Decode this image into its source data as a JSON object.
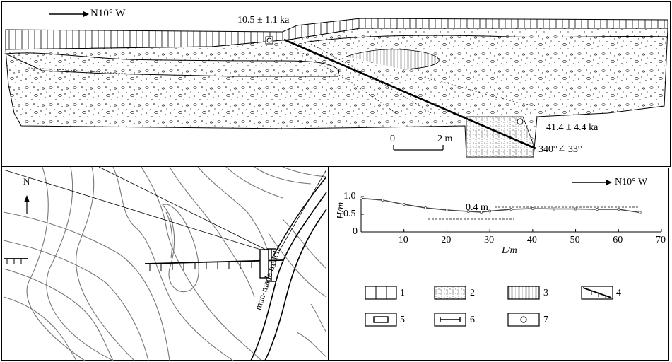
{
  "section": {
    "orientation_label": "N10° W",
    "age_top": "10.5 ± 1.1 ka",
    "age_bottom": "41.4 ± 4.4 ka",
    "fault_attitude": "340°∠ 33°",
    "scale_zero": "0",
    "scale_end": "2 m"
  },
  "map": {
    "north_label": "N",
    "trench_label": "man-made trench"
  },
  "profile": {
    "orientation_label": "N10° W",
    "offset_label": "0.4 m",
    "ylabel": "H/m",
    "xlabel": "L/m",
    "x_ticks": [
      "10",
      "20",
      "30",
      "40",
      "50",
      "60",
      "70"
    ],
    "y_ticks": [
      "1.0",
      "0.5",
      "0"
    ]
  },
  "chart_data": {
    "type": "line",
    "xlabel": "L/m",
    "ylabel": "H/m",
    "xlim": [
      0,
      70
    ],
    "ylim": [
      0,
      1.0
    ],
    "series": [
      {
        "x": [
          0,
          5,
          10,
          15,
          20,
          25,
          28,
          30,
          35,
          40,
          45,
          50,
          55,
          60,
          65
        ],
        "values": [
          0.95,
          0.9,
          0.78,
          0.68,
          0.62,
          0.58,
          0.56,
          0.59,
          0.64,
          0.66,
          0.65,
          0.65,
          0.64,
          0.64,
          0.55
        ]
      }
    ]
  },
  "legend": {
    "items": [
      {
        "num": "1"
      },
      {
        "num": "2"
      },
      {
        "num": "3"
      },
      {
        "num": "4"
      },
      {
        "num": "5"
      },
      {
        "num": "6"
      },
      {
        "num": "7"
      }
    ]
  }
}
